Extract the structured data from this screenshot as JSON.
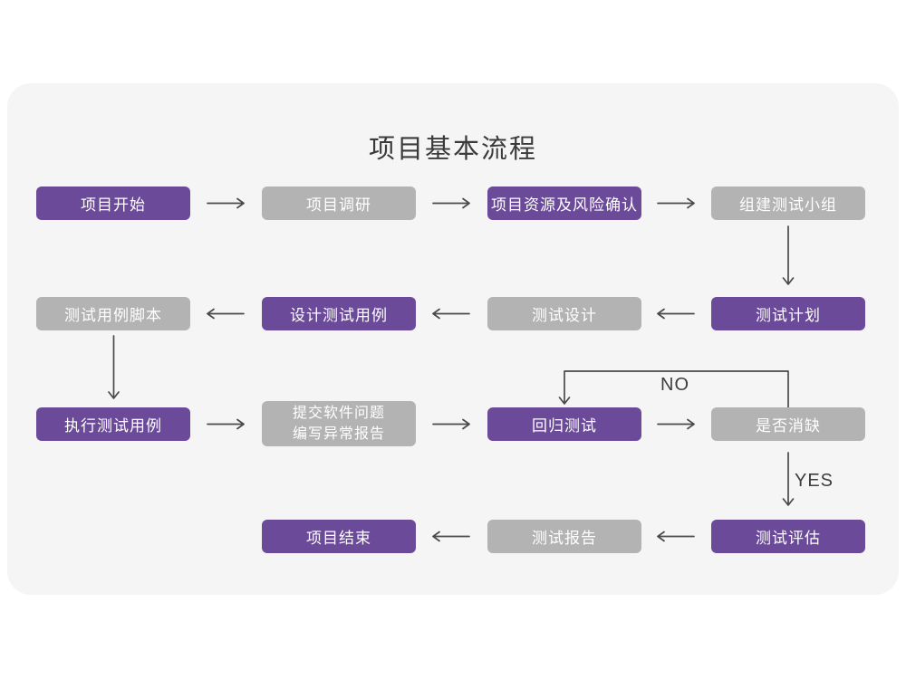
{
  "title": "项目基本流程",
  "labels": {
    "no": "NO",
    "yes": "YES"
  },
  "colors": {
    "node_purple": "#6b4a99",
    "node_gray": "#b3b3b3",
    "node_text": "#ffffff",
    "arrow": "#4a4a4a",
    "card_background": "#f5f5f6",
    "page_background": "#ffffff",
    "title_text": "#3b3b3b"
  },
  "nodes": [
    {
      "id": "project-start",
      "label": "项目开始",
      "variant": "purple"
    },
    {
      "id": "project-research",
      "label": "项目调研",
      "variant": "gray"
    },
    {
      "id": "resource-risk-confirm",
      "label": "项目资源及风险确认",
      "variant": "purple"
    },
    {
      "id": "form-test-team",
      "label": "组建测试小组",
      "variant": "gray"
    },
    {
      "id": "test-plan",
      "label": "测试计划",
      "variant": "purple"
    },
    {
      "id": "test-design",
      "label": "测试设计",
      "variant": "gray"
    },
    {
      "id": "design-test-cases",
      "label": "设计测试用例",
      "variant": "purple"
    },
    {
      "id": "test-case-script",
      "label": "测试用例脚本",
      "variant": "gray"
    },
    {
      "id": "execute-test-cases",
      "label": "执行测试用例",
      "variant": "purple"
    },
    {
      "id": "submit-issues",
      "label_line1": "提交软件问题",
      "label_line2": "编写异常报告",
      "variant": "gray"
    },
    {
      "id": "regression-test",
      "label": "回归测试",
      "variant": "purple"
    },
    {
      "id": "defect-cleared",
      "label": "是否消缺",
      "variant": "gray"
    },
    {
      "id": "test-evaluation",
      "label": "测试评估",
      "variant": "purple"
    },
    {
      "id": "test-report",
      "label": "测试报告",
      "variant": "gray"
    },
    {
      "id": "project-end",
      "label": "项目结束",
      "variant": "purple"
    }
  ],
  "edges": [
    {
      "from": "project-start",
      "to": "project-research"
    },
    {
      "from": "project-research",
      "to": "resource-risk-confirm"
    },
    {
      "from": "resource-risk-confirm",
      "to": "form-test-team"
    },
    {
      "from": "form-test-team",
      "to": "test-plan"
    },
    {
      "from": "test-plan",
      "to": "test-design"
    },
    {
      "from": "test-design",
      "to": "design-test-cases"
    },
    {
      "from": "design-test-cases",
      "to": "test-case-script"
    },
    {
      "from": "test-case-script",
      "to": "execute-test-cases"
    },
    {
      "from": "execute-test-cases",
      "to": "submit-issues"
    },
    {
      "from": "submit-issues",
      "to": "regression-test"
    },
    {
      "from": "regression-test",
      "to": "defect-cleared"
    },
    {
      "from": "defect-cleared",
      "to": "regression-test",
      "label": "NO"
    },
    {
      "from": "defect-cleared",
      "to": "test-evaluation",
      "label": "YES"
    },
    {
      "from": "test-evaluation",
      "to": "test-report"
    },
    {
      "from": "test-report",
      "to": "project-end"
    }
  ]
}
